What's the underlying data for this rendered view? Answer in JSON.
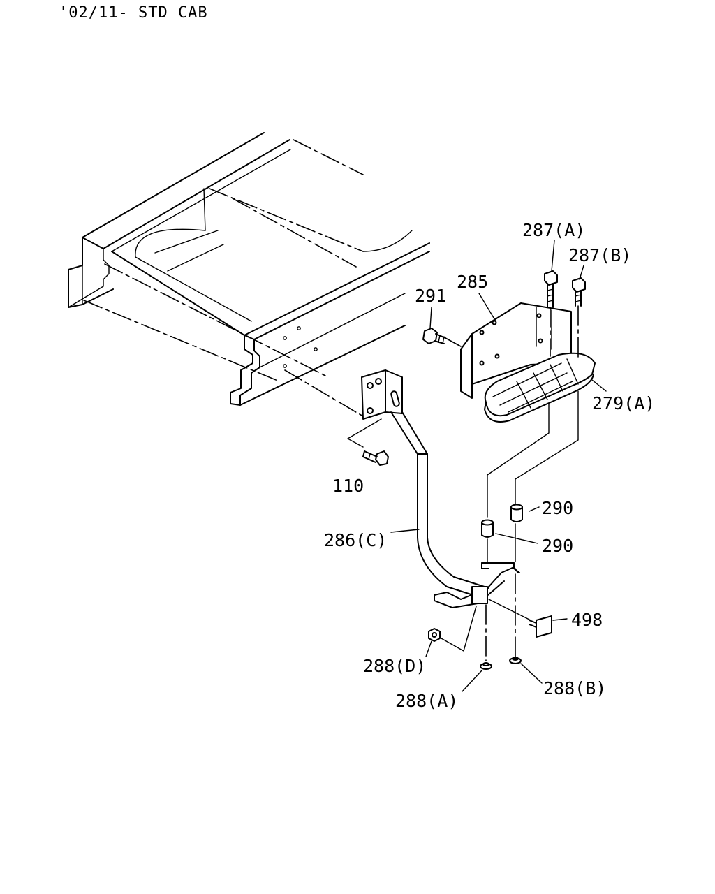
{
  "header": {
    "title": "'02/11- STD CAB"
  },
  "callouts": [
    {
      "id": "287a",
      "text": "287(A)"
    },
    {
      "id": "287b",
      "text": "287(B)"
    },
    {
      "id": "285",
      "text": "285"
    },
    {
      "id": "291",
      "text": "291"
    },
    {
      "id": "279a",
      "text": "279(A)"
    },
    {
      "id": "110",
      "text": "110"
    },
    {
      "id": "290a",
      "text": "290"
    },
    {
      "id": "290b",
      "text": "290"
    },
    {
      "id": "286c",
      "text": "286(C)"
    },
    {
      "id": "498",
      "text": "498"
    },
    {
      "id": "288d",
      "text": "288(D)"
    },
    {
      "id": "288a",
      "text": "288(A)"
    },
    {
      "id": "288b",
      "text": "288(B)"
    }
  ]
}
